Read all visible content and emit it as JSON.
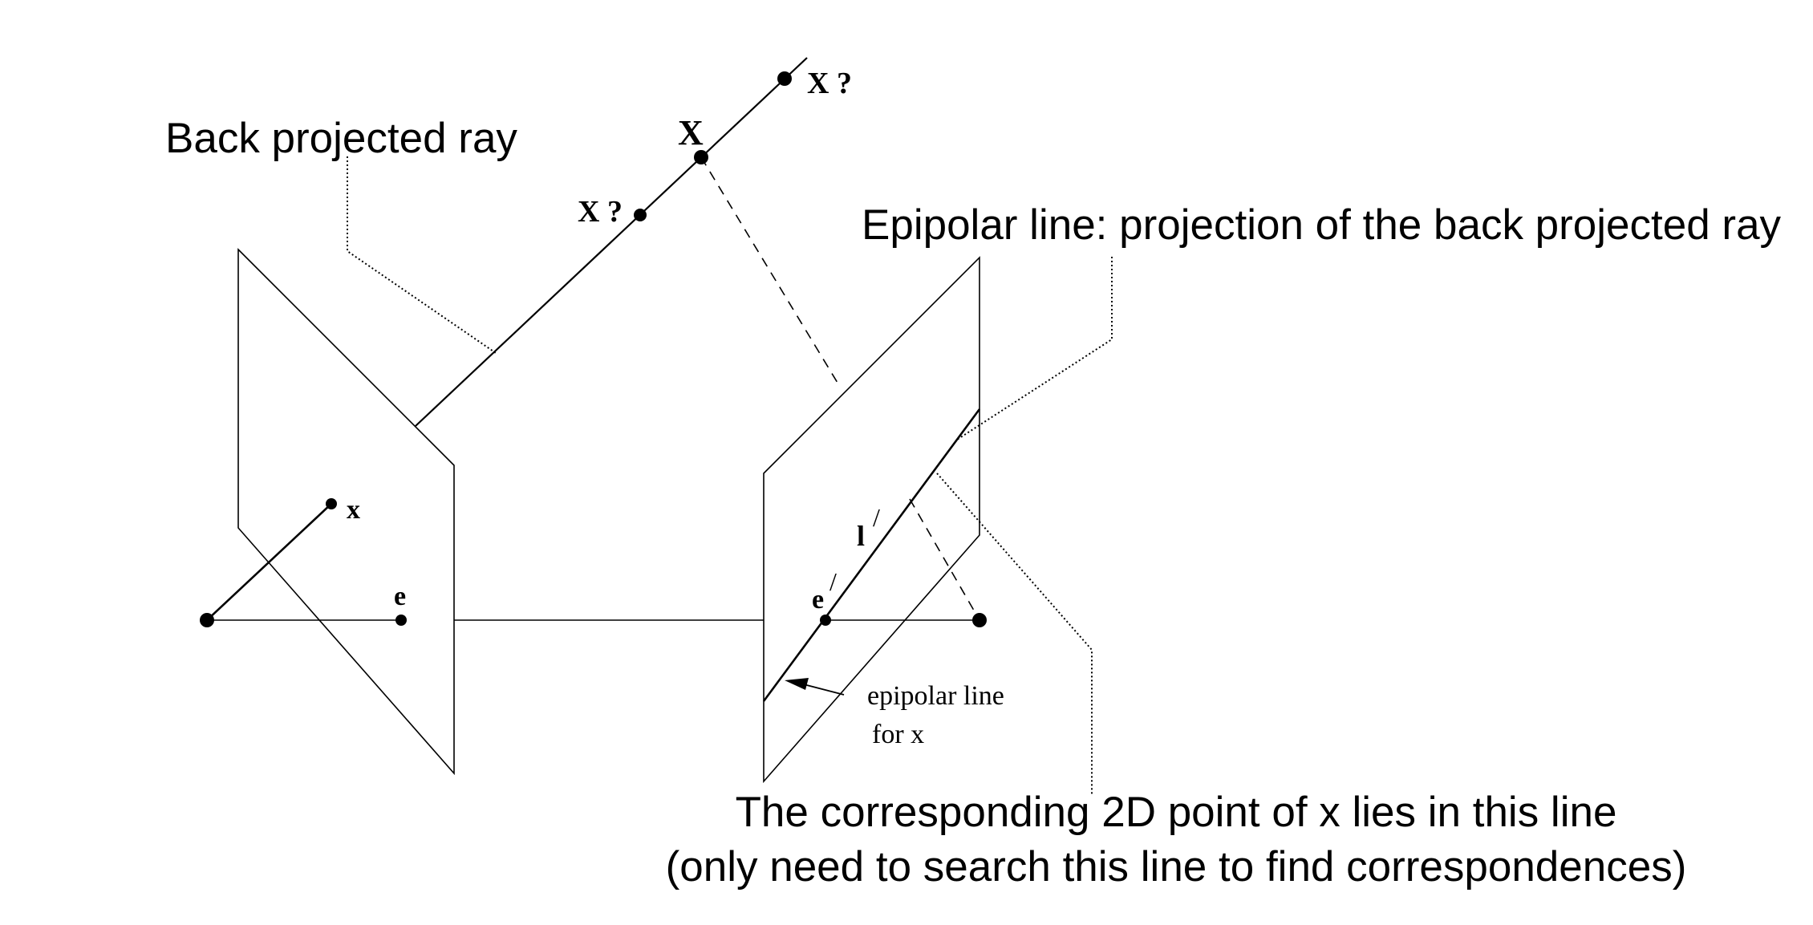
{
  "diagram": {
    "labels": {
      "back_projected_ray": "Back projected ray",
      "epipolar_line_desc": "Epipolar line: projection of the back projected ray",
      "corresponding_line1": "The corresponding 2D point of x lies in this line",
      "corresponding_line2": "(only need to search this line to find correspondences)",
      "point_X": "X",
      "point_X_q_upper": "X ?",
      "point_X_q_lower": "X ?",
      "point_x": "x",
      "point_e": "e",
      "point_e_prime": "e",
      "line_l_prime": "l",
      "prime_mark": "/",
      "epipolar_line_small": "epipolar line",
      "for_x": "for x"
    }
  }
}
